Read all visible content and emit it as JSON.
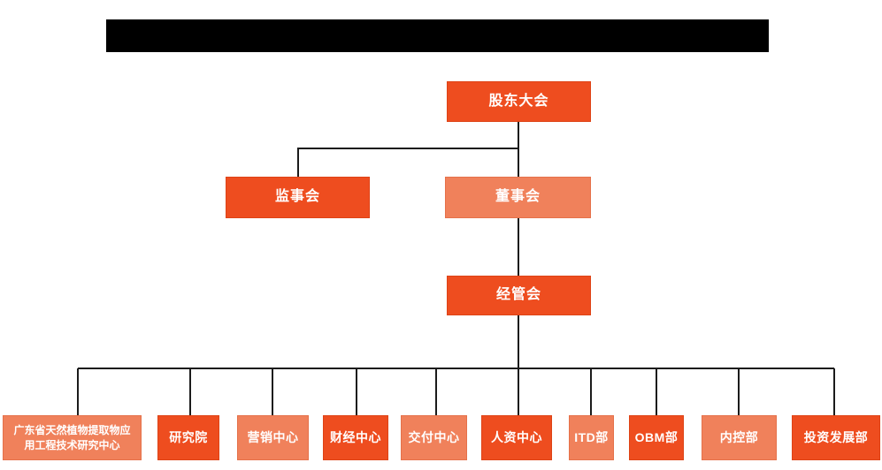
{
  "colors": {
    "node_dark": "#EE4D1F",
    "node_light": "#F0815B",
    "connector": "#1B1B1B",
    "title_bar": "#000000",
    "node_text": "#FFFFFF",
    "background": "#FFFFFF"
  },
  "org": {
    "level1": {
      "label": "股东大会",
      "variant": "dark"
    },
    "level2": [
      {
        "label": "监事会",
        "variant": "dark"
      },
      {
        "label": "董事会",
        "variant": "light"
      }
    ],
    "level3": {
      "label": "经管会",
      "variant": "dark"
    },
    "departments": [
      {
        "label": "广东省天然植物提取物应用工程技术研究中心",
        "variant": "light"
      },
      {
        "label": "研究院",
        "variant": "dark"
      },
      {
        "label": "营销中心",
        "variant": "light"
      },
      {
        "label": "财经中心",
        "variant": "dark"
      },
      {
        "label": "交付中心",
        "variant": "light"
      },
      {
        "label": "人资中心",
        "variant": "dark"
      },
      {
        "label": "ITD部",
        "variant": "light"
      },
      {
        "label": "OBM部",
        "variant": "dark"
      },
      {
        "label": "内控部",
        "variant": "light"
      },
      {
        "label": "投资发展部",
        "variant": "dark"
      }
    ]
  }
}
